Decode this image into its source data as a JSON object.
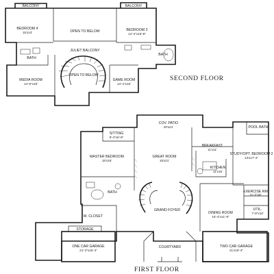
{
  "floors": {
    "second": {
      "title": "SECOND FLOOR"
    },
    "first": {
      "title": "FIRST FLOOR"
    }
  },
  "rooms": {
    "balcony_left": {
      "label": "BALCONY",
      "dim": ""
    },
    "balcony_right": {
      "label": "BALCONY",
      "dim": ""
    },
    "bedroom4": {
      "label": "BEDROOM 4",
      "dim": "15'x14'"
    },
    "open_to_below_top": {
      "label": "OPEN TO BELOW",
      "dim": ""
    },
    "bedroom3": {
      "label": "BEDROOM 3",
      "dim": "14'-4\"x15'-8\""
    },
    "bath_2f_left": {
      "label": "BATH",
      "dim": ""
    },
    "juliet_balcony": {
      "label": "JULIET BALCONY",
      "dim": ""
    },
    "bath_2f_right": {
      "label": "BATH",
      "dim": ""
    },
    "open_to_below_stair": {
      "label": "OPEN TO BELOW",
      "dim": ""
    },
    "media_room": {
      "label": "MEDIA ROOM",
      "dim": "14'-8\"x19'"
    },
    "game_room": {
      "label": "GAME ROOM",
      "dim": "14'-4\"x16'"
    },
    "cov_patio": {
      "label": "COV. PATIO",
      "dim": "20'x21'"
    },
    "sitting": {
      "label": "SITTING",
      "dim": "9'-4\"x6'-8\""
    },
    "breakfast": {
      "label": "BREAKFAST",
      "dim": "11'x11'"
    },
    "pool_bath": {
      "label": "POOL BATH",
      "dim": ""
    },
    "study": {
      "label": "STUDY/OPT. BEDROOM 2",
      "dim": "13'x17'-4\""
    },
    "master_bedroom": {
      "label": "MASTER BEDROOM",
      "dim": "15'x16'"
    },
    "great_room": {
      "label": "GREAT ROOM",
      "dim": "19'x21'"
    },
    "kitchen": {
      "label": "KITCHEN",
      "dim": "11'x15'"
    },
    "exercise_rm": {
      "label": "EXERCISE RM",
      "dim": "11'-2\"x8'"
    },
    "bath_1f": {
      "label": "BATH",
      "dim": ""
    },
    "utility": {
      "label": "UTIL.",
      "dim": "7'-8\"x10'"
    },
    "grand_foyer": {
      "label": "GRAND FOYER",
      "dim": ""
    },
    "dining_room": {
      "label": "DINING ROOM",
      "dim": "15'-4\"x11'-8\""
    },
    "m_closet": {
      "label": "M. CLOSET",
      "dim": ""
    },
    "storage": {
      "label": "STORAGE",
      "dim": ""
    },
    "one_car_garage": {
      "label": "ONE CAR GARAGE",
      "dim": "21'-4\"x15'-4\""
    },
    "courtyard": {
      "label": "COURTYARD",
      "dim": ""
    },
    "two_car_garage": {
      "label": "TWO CAR GARAGE",
      "dim": "21'x19'-4\""
    }
  }
}
